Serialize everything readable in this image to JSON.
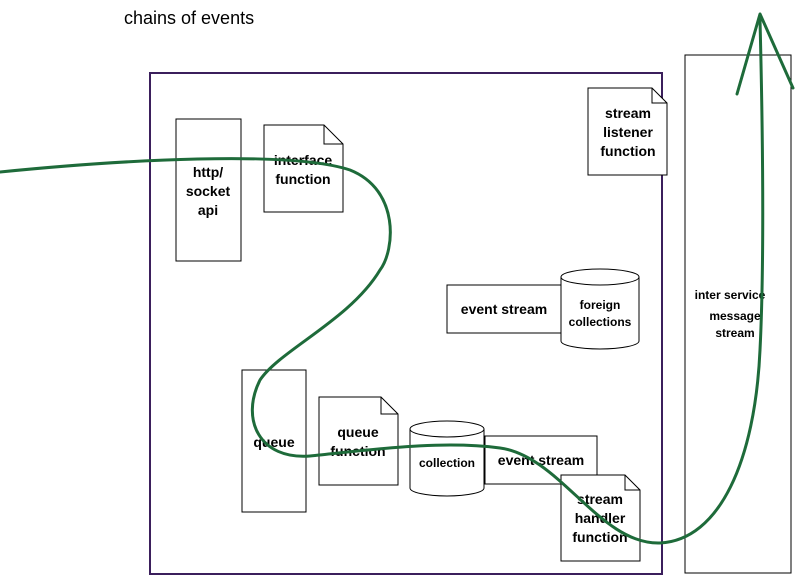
{
  "title": "chains of events",
  "colors": {
    "boundary": "#3b1f5c",
    "flow": "#1e6b3a",
    "stroke": "#000000"
  },
  "nodes": {
    "http_socket_api": [
      "http/",
      "socket",
      "api"
    ],
    "interface_function": [
      "interface",
      "function"
    ],
    "stream_listener_function": [
      "stream",
      "listener",
      "function"
    ],
    "event_stream_top": [
      "event stream"
    ],
    "foreign_collections": [
      "foreign",
      "collections"
    ],
    "inter_service_message_stream": [
      "inter service",
      "message",
      "stream"
    ],
    "queue": [
      "queue"
    ],
    "queue_function": [
      "queue",
      "function"
    ],
    "collection": [
      "collection"
    ],
    "event_stream_bottom": [
      "event stream"
    ],
    "stream_handler_function": [
      "stream",
      "handler",
      "function"
    ]
  }
}
